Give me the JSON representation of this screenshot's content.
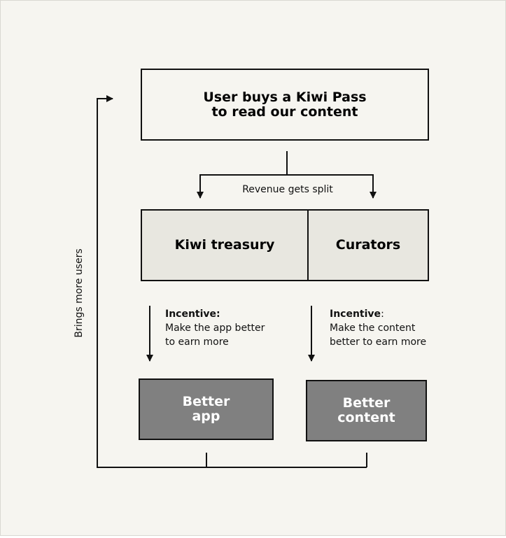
{
  "diagram": {
    "top_box": "User buys a Kiwi Pass\nto read our content",
    "split_label": "Revenue gets split",
    "treasury_label": "Kiwi treasury",
    "curators_label": "Curators",
    "incentive_left": {
      "heading": "Incentive:",
      "text": "Make the app better\nto earn more"
    },
    "incentive_right": {
      "heading": "Incentive",
      "colon": ":",
      "text": "Make the content\nbetter to earn more"
    },
    "better_app": "Better\napp",
    "better_content": "Better\ncontent",
    "loop_label": "Brings more users"
  }
}
